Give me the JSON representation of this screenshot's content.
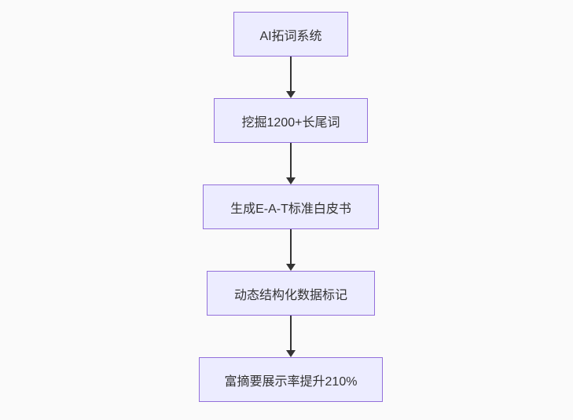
{
  "diagram": {
    "type": "flowchart",
    "direction": "top-down",
    "colors": {
      "background": "#fafafa",
      "node_fill": "#ececff",
      "node_border": "#9370db",
      "arrow": "#333333",
      "text": "#333333"
    },
    "nodes": [
      {
        "label": "AI拓词系统"
      },
      {
        "label": "挖掘1200+长尾词"
      },
      {
        "label": "生成E-A-T标准白皮书"
      },
      {
        "label": "动态结构化数据标记"
      },
      {
        "label": "富摘要展示率提升210%"
      }
    ],
    "edges": [
      {
        "from": 0,
        "to": 1,
        "style": "arrow-down"
      },
      {
        "from": 1,
        "to": 2,
        "style": "arrow-down"
      },
      {
        "from": 2,
        "to": 3,
        "style": "arrow-down"
      },
      {
        "from": 3,
        "to": 4,
        "style": "arrow-down"
      }
    ]
  }
}
